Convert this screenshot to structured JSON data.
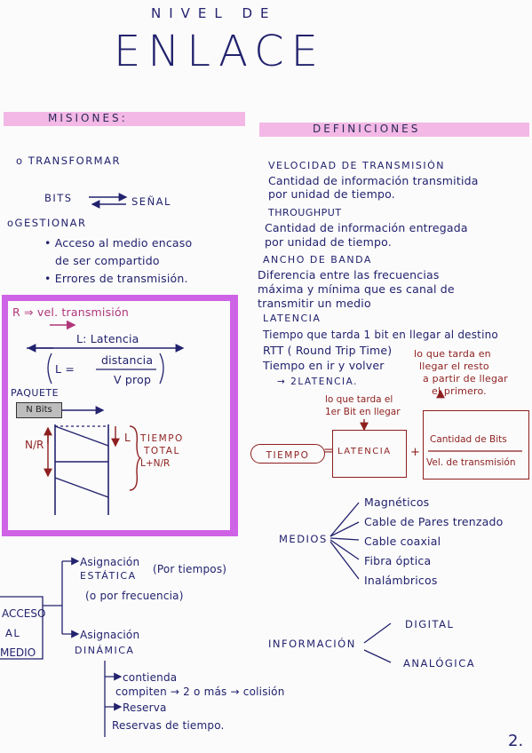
{
  "title": {
    "line1": "NIVEL DE",
    "line2": "ENLACE"
  },
  "sections": {
    "misiones": "MISIONES:",
    "definiciones": "DEFINICIONES"
  },
  "misiones": {
    "transformar": "TRANSFORMAR",
    "bits": "BITS",
    "senal": "SEÑAL",
    "gestionar": "GESTIONAR",
    "items": [
      "Acceso al medio encaso",
      "de ser compartido",
      "Errores de transmisión."
    ]
  },
  "diagram": {
    "rule": "R ⇒ vel. transmisión",
    "latency_label": "L: Latencia",
    "formula_lhs": "L =",
    "formula_num": "distancia",
    "formula_den": "V prop",
    "paquete": "PAQUETE",
    "nbits": "N Bits",
    "nr": "N/R",
    "l": "L",
    "tiempo_total": [
      "TIEMPO",
      "TOTAL",
      "L+N/R"
    ]
  },
  "definiciones": [
    {
      "term": "VELOCIDAD DE TRANSMISIÓN",
      "lines": [
        "Cantidad de información transmitida",
        "por unidad de tiempo."
      ]
    },
    {
      "term": "THROUGHPUT",
      "lines": [
        "Cantidad de información entregada",
        "por unidad de tiempo."
      ]
    },
    {
      "term": "ANCHO DE BANDA",
      "lines": [
        "Diferencia entre las frecuencias",
        "máxima y mínima que es canal de",
        "transmitir un medio"
      ]
    },
    {
      "term": "LATENCIA",
      "lines": [
        "Tiempo que tarda 1 bit en llegar al destino"
      ]
    }
  ],
  "rtt": {
    "term": "RTT ( Round Trip Time)",
    "line": "Tiempo en ir y volver",
    "arrow": "2LATENCIA.",
    "note": [
      "lo que tarda en",
      "llegar el resto",
      "a partir de llegar",
      "el primero."
    ]
  },
  "tiempo_formula": {
    "note": [
      "lo que tarda el",
      "1er Bit en llegar"
    ],
    "tiempo": "TIEMPO",
    "eq": "=",
    "latencia": "LATENCIA",
    "plus": "+",
    "num": "Cantidad de Bits",
    "den": "Vel. de transmisión"
  },
  "medios": {
    "label": "MEDIOS",
    "items": [
      "Magnéticos",
      "Cable de Pares trenzado",
      "Cable coaxial",
      "Fibra óptica",
      "Inalámbricos"
    ]
  },
  "acceso": {
    "label": [
      "ACCESO",
      "AL",
      "MEDIO"
    ],
    "estatica": [
      "Asignación",
      "ESTÁTICA"
    ],
    "estatica_note1": "(Por tiempos)",
    "estatica_note2": "(o por frecuencia)",
    "dinamica": [
      "Asignación",
      "DINÁMICA"
    ],
    "contienda": "contienda",
    "compiten": "compiten",
    "dosomas": "2 o más",
    "colision": "colisión",
    "reserva": "Reserva",
    "reservas": "Reservas de tiempo."
  },
  "informacion": {
    "label": "INFORMACIÓN",
    "digital": "DIGITAL",
    "analogica": "ANALÓGICA"
  },
  "page_number": "2.",
  "colors": {
    "navy": "#22226e",
    "red": "#8e1f1f",
    "pink": "#cf63e6",
    "band": "#f3b8e6"
  }
}
